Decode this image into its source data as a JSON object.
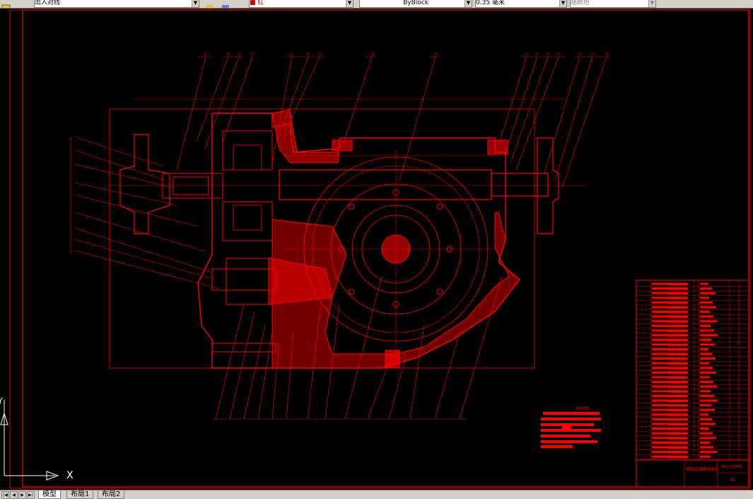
{
  "toolbar": {
    "layer_value": "出入对线",
    "color_value": "■ 红",
    "linetype_value": "ByBlock",
    "lineweight_value": "0.35 毫米",
    "plotstyle_value": "随颜色"
  },
  "tabs": {
    "model": "模型",
    "layout1": "布局1",
    "layout2": "布局2"
  },
  "ucs": {
    "x_label": "X",
    "y_label": "Y"
  },
  "title_block": {
    "drawing_title": "双级减速器装配图",
    "school": "湖北文理学院",
    "sheet": "A1"
  },
  "notes_header": "技术要求",
  "colors": {
    "drawing": "#ff0000",
    "background": "#000000",
    "ucs": "#ffffff"
  }
}
